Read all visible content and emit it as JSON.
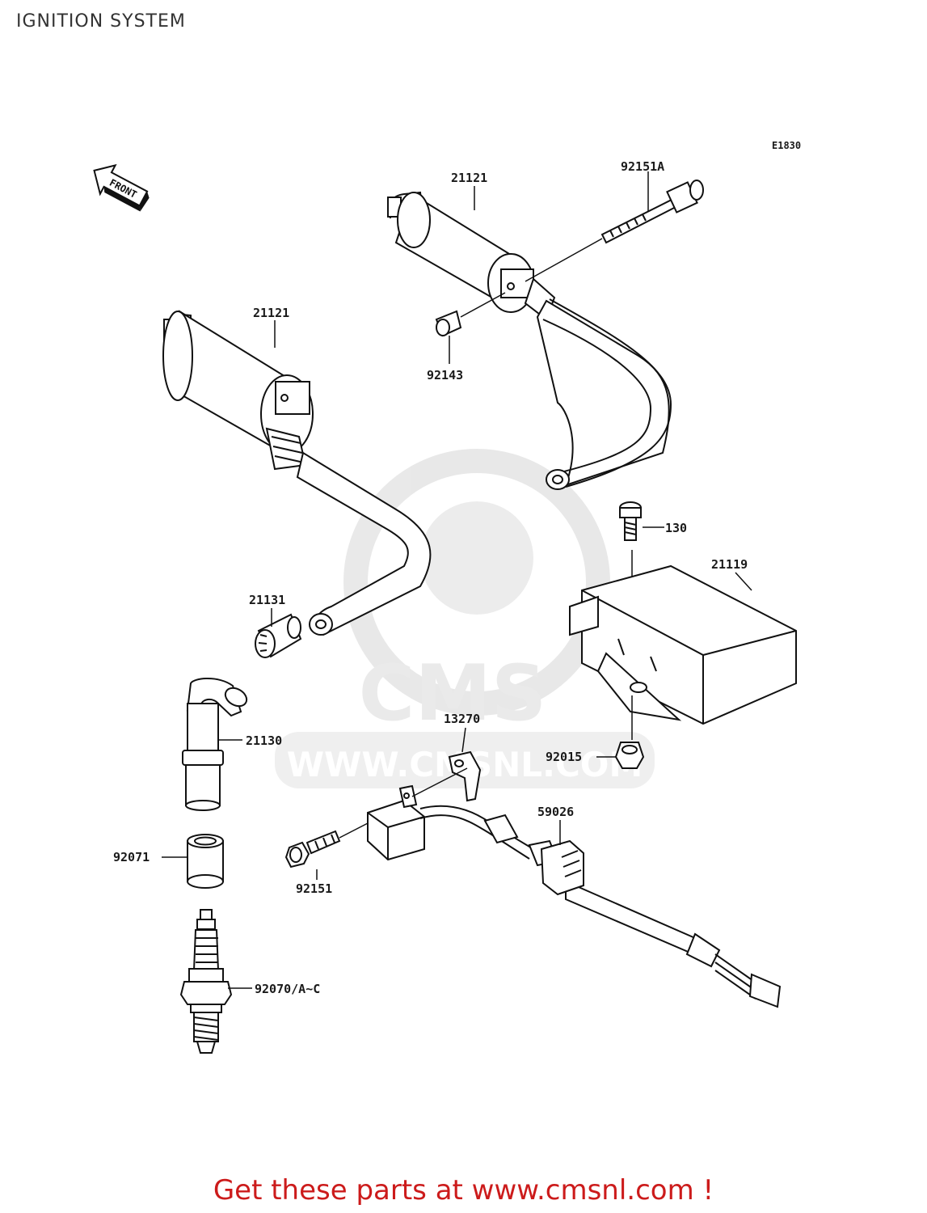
{
  "title": "IGNITION SYSTEM",
  "diagram_code": "E1830",
  "orientation_label": "FRONT",
  "watermark": {
    "logo_text": "CMS",
    "url_text": "WWW.CMSNL.COM"
  },
  "parts": [
    {
      "id": "coil-upper",
      "number": "21121"
    },
    {
      "id": "bolt-upper",
      "number": "92151A"
    },
    {
      "id": "coil-lower",
      "number": "21121"
    },
    {
      "id": "collar",
      "number": "92143"
    },
    {
      "id": "bolt-igniter",
      "number": "130"
    },
    {
      "id": "igniter",
      "number": "21119"
    },
    {
      "id": "cap-nut",
      "number": "21131"
    },
    {
      "id": "plug-cap",
      "number": "21130"
    },
    {
      "id": "bracket",
      "number": "13270"
    },
    {
      "id": "nut",
      "number": "92015"
    },
    {
      "id": "clamp",
      "number": "59026"
    },
    {
      "id": "seal",
      "number": "92071"
    },
    {
      "id": "bolt-pickup",
      "number": "92151"
    },
    {
      "id": "spark-plug",
      "number": "92070/A~C"
    }
  ],
  "footer": {
    "cta": "Get these parts at www.cmsnl.com !"
  }
}
